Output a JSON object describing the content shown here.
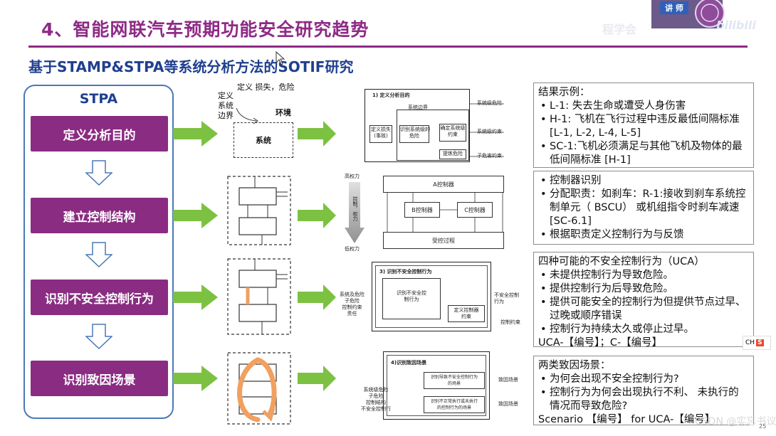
{
  "header": {
    "title": "4、智能网联汽车预期功能安全研究趋势",
    "subtitle": "基于STAMP&STPA等系统分析方法的SOTIF研究",
    "accent_color": "#8e2a86",
    "subtitle_color": "#1f3f8f"
  },
  "overlay": {
    "lecturer_tag": "讲 师",
    "watermark_left": "程学会",
    "watermark_right": "bilibili",
    "ch_badge": "CH",
    "ch_s": "S",
    "csdn": "CSDN @实忘书议",
    "page_number": "25"
  },
  "stpa": {
    "label": "STPA",
    "steps": [
      "定义分析目的",
      "建立控制结构",
      "识别不安全控制行为",
      "识别致因场景"
    ],
    "step_color": "#8a2c82"
  },
  "diagram1": {
    "loss_label": "定义 损失，危险",
    "boundary_label": "定义\n系统\n边界",
    "env_label": "环境",
    "system_label": "系统"
  },
  "diagram2": {
    "high": "高权力",
    "low": "低权力",
    "arrow_label": "控制，权力",
    "a_ctrl": "A控制器",
    "b_ctrl": "B控制器",
    "c_ctrl": "C控制器",
    "process": "受控过程"
  },
  "thumb1": {
    "title": "1) 定义分析目的",
    "b1": "定义损失\n(事故)",
    "b2": "识别系统级的\n危险",
    "b3": "确定系统级\n约束",
    "b4": "提炼危险",
    "boundary": "系统边界",
    "r1": "系统级危险",
    "r2": "系统级约束",
    "r3": "子危害约束"
  },
  "thumb3": {
    "title": "3) 识别不安全控制行为",
    "left_in": "系统及危险\n子危险\n控制约束\n责任",
    "box1": "识别不安全控\n制行为",
    "box2": "定义控制器\n约束",
    "out1": "不安全控制\n行为",
    "out2": "控制约束"
  },
  "thumb4": {
    "title": "4)识别致因场景",
    "left_in": "系统级危险\n子危险\n控制结构\n不安全控制行",
    "box1": "识别导致不安全控制行为\n的场景",
    "box2": "识别不正常执行或未执行\n的控制行为的场景",
    "out1": "致因场景",
    "out2": "致因场景"
  },
  "results": {
    "box1_title": "结果示例：",
    "box1_items": [
      "L-1: 失去生命或遭受人身伤害",
      "H-1: 飞机在飞行过程中违反最低间隔标准 [L-1, L-2, L-4, L-5]",
      "SC-1:飞机必须满足与其他飞机及物体的最低间隔标准 [H-1]"
    ],
    "box2_items": [
      "控制器识别",
      "分配职责：如刹车：R-1:接收到刹车系统控制单元（ BSCU） 或机组指令时刹车减速[SC-6.1]",
      "根据职责定义控制行为与反馈"
    ],
    "box3_title": "四种可能的不安全控制行为（UCA）",
    "box3_items": [
      "未提供控制行为导致危险。",
      "提供控制行为后导致危险。",
      "提供可能安全的控制行为但提供节点过早、 过晚或顺序错误",
      "控制行为持续太久或停止过早。"
    ],
    "box3_footer": "UCA-【编号】；C-【编号】",
    "box4_title": "两类致因场景：",
    "box4_items": [
      "为何会出现不安全控制行为?",
      "控制行为为何会出现执行不利、 未执行的情况而导致危险?"
    ],
    "box4_footer": "Scenario 【编号】 for UCA-【编号】"
  },
  "colors": {
    "green_arrow": "#7dc142",
    "step_arrow_outline": "#4a78b9",
    "orange_loop": "#f0a060"
  }
}
